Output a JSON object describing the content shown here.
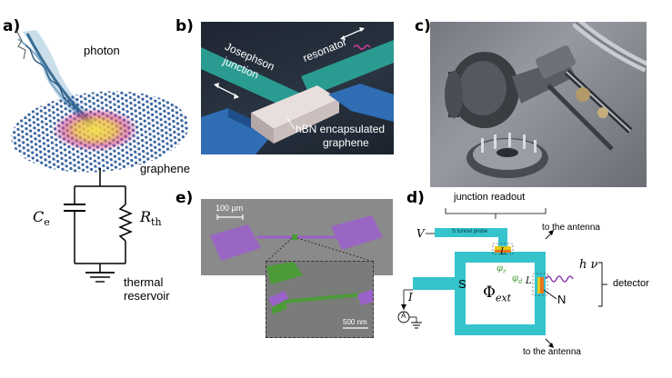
{
  "panels": {
    "a": {
      "label": "a)",
      "photon": "photon",
      "graphene": "graphene",
      "ce": "C",
      "ce_sub": "e",
      "rth": "R",
      "rth_sub": "th",
      "thermal": "thermal",
      "reservoir": "reservoir"
    },
    "b": {
      "label": "b)",
      "josephson": "Josephson",
      "junction": "junction",
      "resonator": "resonator",
      "hbn_line1": "hBN encapsulated",
      "hbn_line2": "graphene"
    },
    "c": {
      "label": "c)"
    },
    "e": {
      "label": "e)",
      "scale_top": "100 µm",
      "scale_bottom": "500 nm"
    },
    "d": {
      "label": "d)",
      "readout": "junction readout",
      "v": "V",
      "probe": "S tunnel probe",
      "antenna_top": "to the antenna",
      "antenna_bottom": "to the antenna",
      "l_top": "L",
      "phi_r": "φ",
      "phi_r_sub": "r",
      "phi_d": "φ",
      "phi_d_sub": "d",
      "l_right": "L",
      "hv": "h ν",
      "detector": "detector",
      "s": "S",
      "phi_ext": "Φ",
      "phi_ext_sub": "ext",
      "n": "N",
      "i": "I",
      "ammeter": "A"
    }
  },
  "colors": {
    "atom": "#2e5fa0",
    "bond": "#6a7f96",
    "hot_pink": "#d23c88",
    "hot_yellow": "#f0d23a",
    "teal_strip": "#2a9b90",
    "blue_base": "#2f6db5",
    "sem_purple": "#9b62c9",
    "sem_green": "#4c9a38",
    "circuit_cyan": "#35c3cc",
    "photon_purple": "#8a3aa8",
    "orange": "#e8751a"
  },
  "icons": {
    "photon_beam": "photon-beam-icon",
    "ground": "ground-icon",
    "ammeter": "ammeter-icon"
  }
}
